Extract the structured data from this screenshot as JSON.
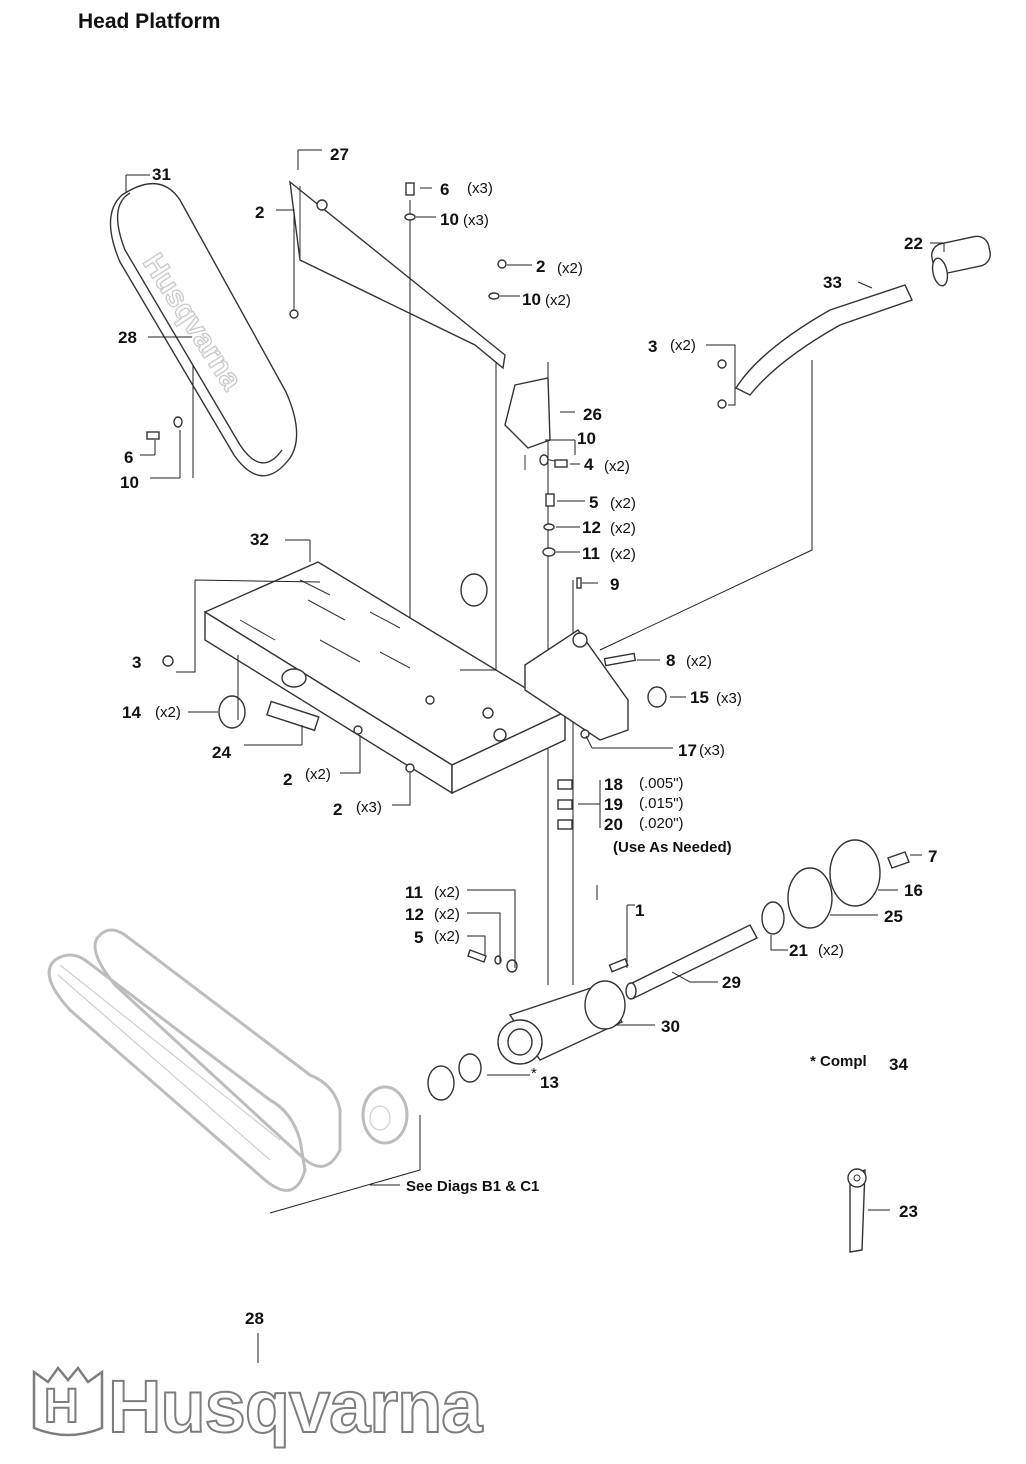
{
  "title": "Head Platform",
  "callouts": {
    "c31": "31",
    "c27": "27",
    "c2a": "2",
    "c28a": "28",
    "c6a": "6",
    "c10a": "10",
    "c6b": "6",
    "c6b_q": "(x3)",
    "c10b": "10",
    "c10b_q": "(x3)",
    "c2b": "2",
    "c2b_q": "(x2)",
    "c10c": "10",
    "c10c_q": "(x2)",
    "c22": "22",
    "c33": "33",
    "c3a": "3",
    "c3a_q": "(x2)",
    "c26": "26",
    "c10d": "10",
    "c4": "4",
    "c4_q": "(x2)",
    "c5a": "5",
    "c5a_q": "(x2)",
    "c12a": "12",
    "c12a_q": "(x2)",
    "c11a": "11",
    "c11a_q": "(x2)",
    "c9": "9",
    "c32": "32",
    "c3b": "3",
    "c8": "8",
    "c8_q": "(x2)",
    "c14": "14",
    "c14_q": "(x2)",
    "c15": "15",
    "c15_q": "(x3)",
    "c24": "24",
    "c17": "17",
    "c17_q": "(x3)",
    "c2c": "2",
    "c2c_q": "(x2)",
    "c2d": "2",
    "c2d_q": "(x3)",
    "c18": "18",
    "c18_q": "(.005\")",
    "c19": "19",
    "c19_q": "(.015\")",
    "c20": "20",
    "c20_q": "(.020\")",
    "use_as_needed": "(Use As Needed)",
    "c7": "7",
    "c16": "16",
    "c25": "25",
    "c1": "1",
    "c11b": "11",
    "c11b_q": "(x2)",
    "c12b": "12",
    "c12b_q": "(x2)",
    "c5b": "5",
    "c5b_q": "(x2)",
    "c21": "21",
    "c21_q": "(x2)",
    "c29": "29",
    "c30": "30",
    "compl": "* Compl",
    "c34": "34",
    "c13": "13",
    "c13_star": "*",
    "see_diags": "See Diags B1 & C1",
    "c23": "23",
    "c28b": "28"
  },
  "logo": {
    "brand": "Husqvarna",
    "belt_brand": "Husqvarna"
  },
  "colors": {
    "ink": "#111111",
    "part_stroke": "#333333",
    "ghost": "#bdbdbd",
    "logo_stroke": "#7d7d7d"
  }
}
